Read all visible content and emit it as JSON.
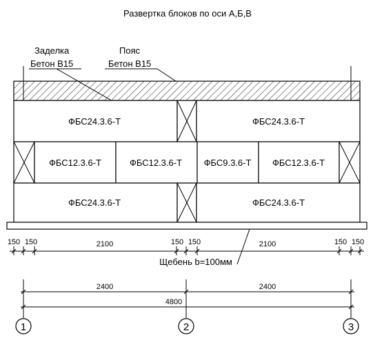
{
  "title": "Развертка блоков по оси А,Б,В",
  "callouts": {
    "embed_line1": "Заделка",
    "embed_line2": "Бетон В15",
    "belt_line1": "Пояс",
    "belt_line2": "Бетон В15",
    "gravel": "Щебень b=100мм"
  },
  "blocks": {
    "top_left": "ФБС24.3.6-Т",
    "top_right": "ФБС24.3.6-Т",
    "mid_1": "ФБС12.3.6-Т",
    "mid_2": "ФБС12.3.6-Т",
    "mid_3": "ФБС9.3.6-Т",
    "mid_4": "ФБС12.3.6-Т",
    "bot_left": "ФБС24.3.6-Т",
    "bot_right": "ФБС24.3.6-Т"
  },
  "dimensions": {
    "d1": "150",
    "d2": "150",
    "d3": "2100",
    "d4": "150",
    "d5": "150",
    "d6": "2100",
    "d7": "150",
    "d8": "150",
    "span_left": "2400",
    "span_right": "2400",
    "total": "4800"
  },
  "axes": [
    "1",
    "2",
    "3"
  ]
}
